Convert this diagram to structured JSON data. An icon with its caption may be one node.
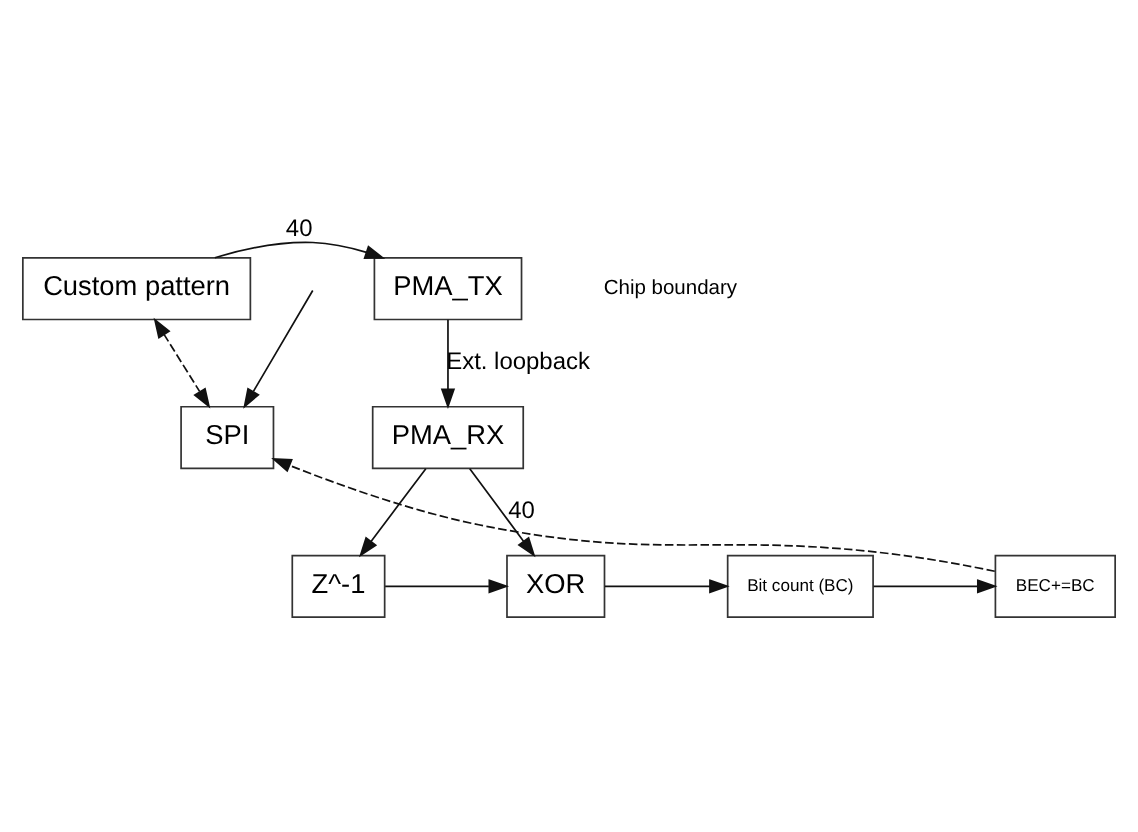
{
  "diagram": {
    "nodes": [
      {
        "text": [
          "Custom pattern"
        ]
      },
      {
        "text": [
          "PMA_TX"
        ]
      },
      {
        "text": [
          "SPI"
        ]
      },
      {
        "text": [
          "PMA_RX"
        ]
      },
      {
        "text": [
          "Z^-1"
        ]
      },
      {
        "text": [
          "XOR"
        ]
      },
      {
        "text": [
          "Bit count (BC)"
        ]
      },
      {
        "text": [
          "BEC+=BC"
        ]
      }
    ],
    "edges": [
      {
        "from": 0,
        "to": 1,
        "arrow": "to",
        "label": "40"
      },
      {
        "from": 0,
        "to": 2,
        "arrow": "both",
        "style": "dashed"
      },
      {
        "from": null,
        "to": 2,
        "arrow": "to"
      },
      {
        "from": 1,
        "to": 3,
        "arrow": "to",
        "label": "Ext. loopback"
      },
      {
        "from": 3,
        "to": 4,
        "arrow": "to"
      },
      {
        "from": 3,
        "to": 5,
        "arrow": "to",
        "label": "40"
      },
      {
        "from": 4,
        "to": 5,
        "arrow": "to"
      },
      {
        "from": 5,
        "to": 6,
        "arrow": "to"
      },
      {
        "from": 6,
        "to": 7,
        "arrow": "to"
      },
      {
        "from": 7,
        "to": 2,
        "arrow": "to",
        "style": "dashed"
      }
    ],
    "labels": [
      "Chip boundary"
    ]
  }
}
